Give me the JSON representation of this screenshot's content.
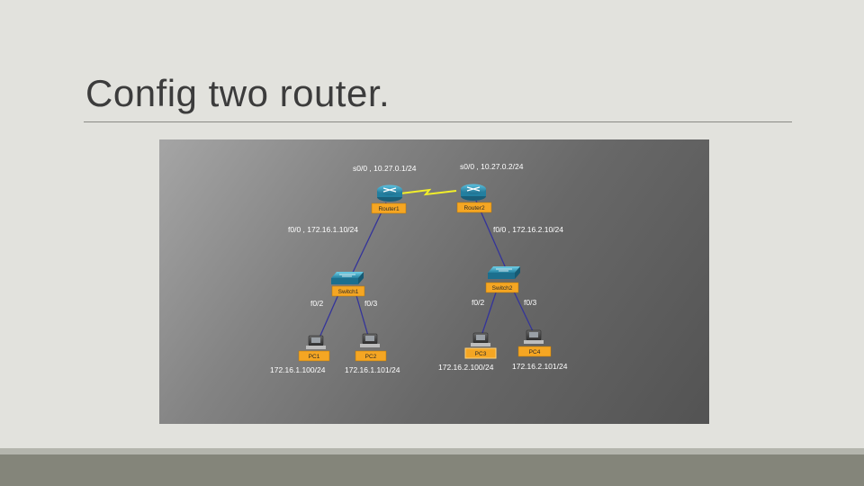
{
  "slide": {
    "title": "Config two router."
  },
  "diagram": {
    "routers": [
      {
        "name": "Router1",
        "serial_label": "s0/0 , 10.27.0.1/24",
        "lan_label": "f0/0 , 172.16.1.10/24"
      },
      {
        "name": "Router2",
        "serial_label": "s0/0 , 10.27.0.2/24",
        "lan_label": "f0/0 , 172.16.2.10/24"
      }
    ],
    "switches": [
      {
        "name": "Switch1",
        "port_left": "f0/2",
        "port_right": "f0/3"
      },
      {
        "name": "Switch2",
        "port_left": "f0/2",
        "port_right": "f0/3"
      }
    ],
    "pcs": [
      {
        "name": "PC1",
        "ip": "172.16.1.100/24"
      },
      {
        "name": "PC2",
        "ip": "172.16.1.101/24"
      },
      {
        "name": "PC3",
        "ip": "172.16.2.100/24"
      },
      {
        "name": "PC4",
        "ip": "172.16.2.101/24"
      }
    ],
    "colors": {
      "serial_link": "#f2ee2a",
      "ethernet_link": "#34349a",
      "device_label_bg": "#f5a623",
      "router_body": "#2a93b8"
    }
  }
}
